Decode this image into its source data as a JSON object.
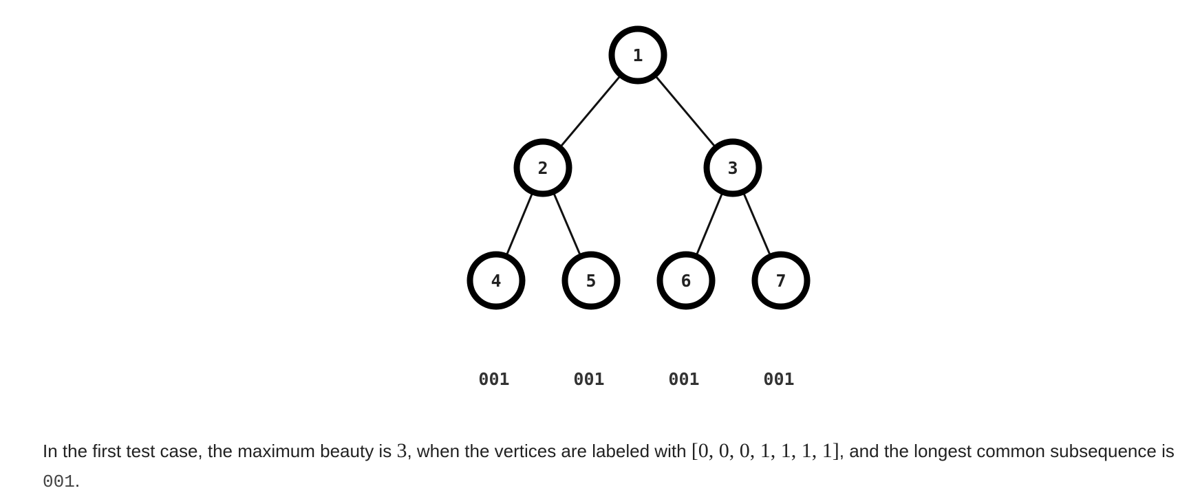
{
  "tree": {
    "nodes": [
      {
        "id": "1",
        "parent": null,
        "label": ""
      },
      {
        "id": "2",
        "parent": "1",
        "label": ""
      },
      {
        "id": "3",
        "parent": "1",
        "label": ""
      },
      {
        "id": "4",
        "parent": "2",
        "label": "001"
      },
      {
        "id": "5",
        "parent": "2",
        "label": "001"
      },
      {
        "id": "6",
        "parent": "3",
        "label": "001"
      },
      {
        "id": "7",
        "parent": "3",
        "label": "001"
      }
    ]
  },
  "text": {
    "part1": "In the first test case, the maximum beauty is ",
    "beauty": "3",
    "part2": ", when the vertices are labeled with ",
    "labels": "[0, 0, 0, 1, 1, 1, 1]",
    "part3": ", and the longest common subsequence is ",
    "lcs": "001",
    "part4": "."
  }
}
